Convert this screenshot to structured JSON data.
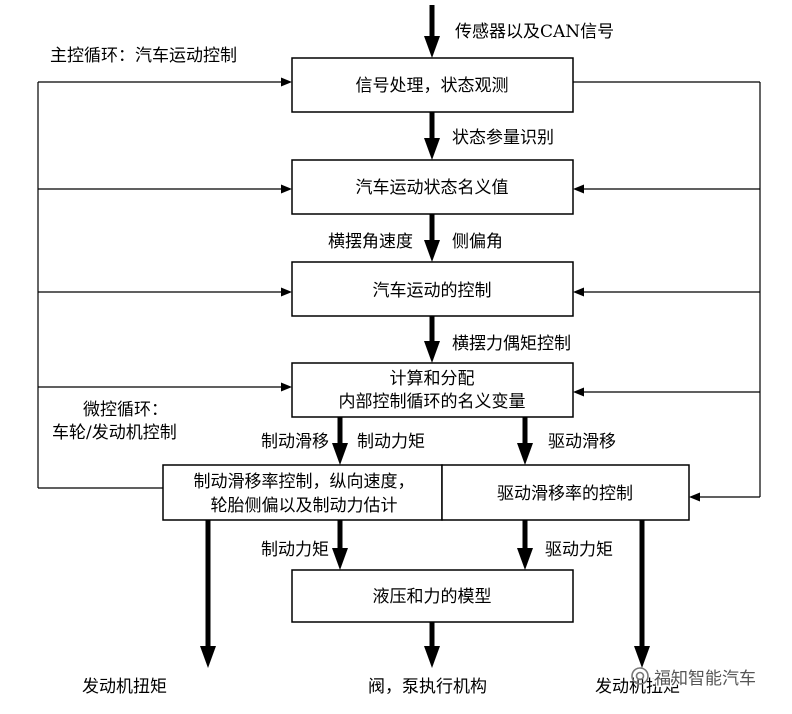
{
  "main_loop_title": "主控循环：汽车运动控制",
  "micro_loop_title": [
    "微控循环：",
    "车轮/发动机控制"
  ],
  "boxes": {
    "signal": "信号处理，状态观测",
    "nominal": "汽车运动状态名义值",
    "control": "汽车运动的控制",
    "compute": [
      "计算和分配",
      "内部控制循环的名义变量"
    ],
    "brake_slip": [
      "制动滑移率控制，纵向速度，",
      "轮胎侧偏以及制动力估计"
    ],
    "drive_slip": "驱动滑移率的控制",
    "hydraulic": "液压和力的模型"
  },
  "arrows": {
    "sensor": "传感器以及CAN信号",
    "state_id": "状态参量识别",
    "yaw_rate": "横摆角速度",
    "slip_angle": "侧偏角",
    "yaw_moment": "横摆力偶矩控制",
    "brake_slip": "制动滑移",
    "brake_torque_upper": "制动力矩",
    "drive_slip": "驱动滑移",
    "brake_torque_lower": "制动力矩",
    "drive_torque": "驱动力矩"
  },
  "outputs": {
    "engine_torque_left": "发动机扭矩",
    "actuators": "阀，泵执行机构",
    "engine_torque_right": "发动机扭矩"
  },
  "watermark": "福知智能汽车"
}
